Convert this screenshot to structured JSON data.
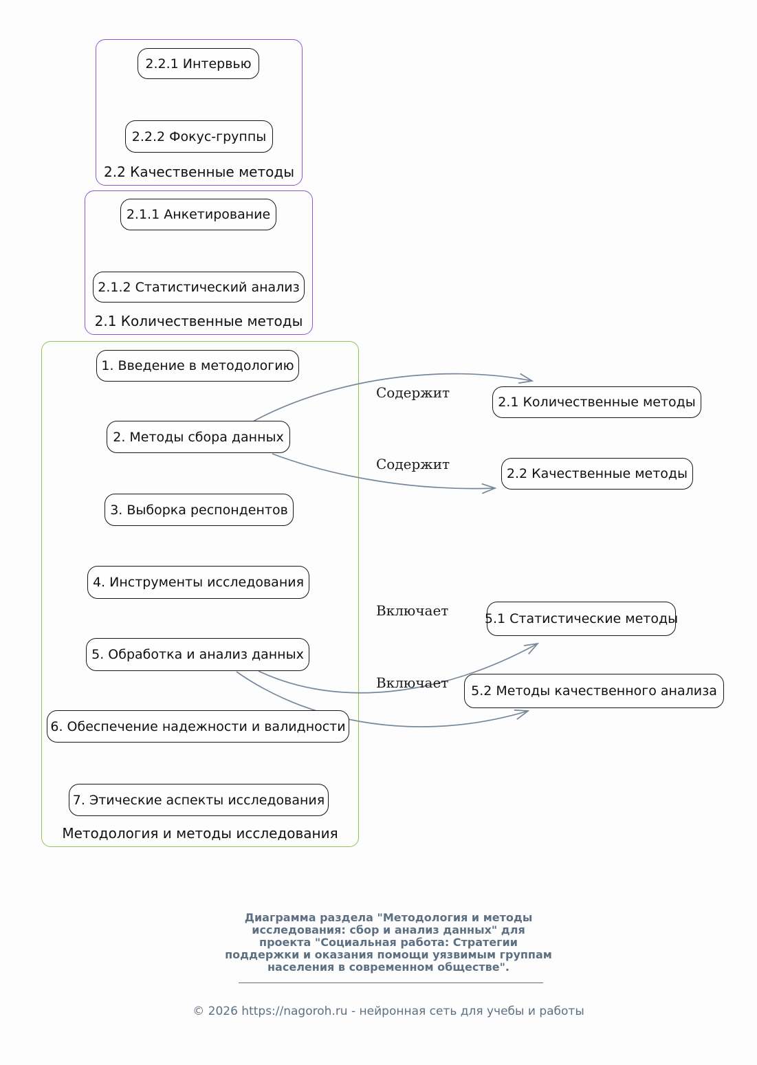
{
  "diagram": {
    "clusters": [
      {
        "label": "2.2 Качественные методы",
        "nodes": [
          "2.2.1 Интервью",
          "2.2.2 Фокус-группы"
        ]
      },
      {
        "label": "2.1 Количественные методы",
        "nodes": [
          "2.1.1 Анкетирование",
          "2.1.2 Статистический анализ"
        ]
      },
      {
        "label": "Методология и методы исследования",
        "nodes": [
          "1. Введение в методологию",
          "2. Методы сбора данных",
          "3. Выборка респондентов",
          "4. Инструменты исследования",
          "5. Обработка и анализ данных",
          "6. Обеспечение надежности и валидности",
          "7. Этические аспекты исследования"
        ]
      }
    ],
    "detail_nodes": [
      "2.1 Количественные методы",
      "2.2 Качественные методы",
      "5.1 Статистические методы",
      "5.2 Методы качественного анализа"
    ],
    "edges": [
      {
        "from": "2. Методы сбора данных",
        "to": "2.1 Количественные методы",
        "label": "Содержит"
      },
      {
        "from": "2. Методы сбора данных",
        "to": "2.2 Качественные методы",
        "label": "Содержит"
      },
      {
        "from": "5. Обработка и анализ данных",
        "to": "5.1 Статистические методы",
        "label": "Включает"
      },
      {
        "from": "5. Обработка и анализ данных",
        "to": "5.2 Методы качественного анализа",
        "label": "Включает"
      }
    ],
    "colors": {
      "cluster_purple": "#8d55d4",
      "cluster_green": "#94c052",
      "node_border": "#161616",
      "node_fill": "#fefefe",
      "edge": "#76879a",
      "footer_text": "#5c7082"
    }
  },
  "footer": {
    "title_lines": [
      "Диаграмма раздела \"Методология и методы",
      "исследования: сбор и анализ данных\" для",
      "проекта \"Социальная работа: Стратегии",
      "поддержки и оказания помощи уязвимым группам",
      "населения в современном обществе\"."
    ],
    "copyright": "© 2026 https://nagoroh.ru - нейронная сеть для учебы и работы"
  }
}
